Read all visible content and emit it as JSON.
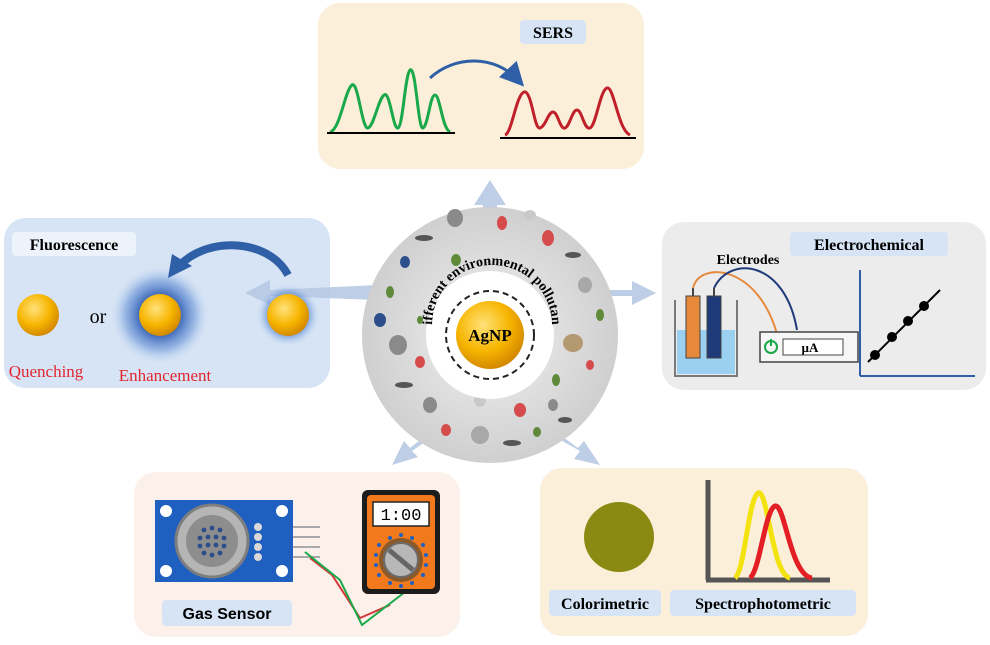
{
  "center": {
    "label": "AgNP",
    "ring_text": "Different environmental pollutants"
  },
  "sers": {
    "title": "SERS"
  },
  "fluorescence": {
    "title": "Fluorescence",
    "or_text": "or",
    "quenching": "Quenching",
    "enhancement": "Enhancement"
  },
  "electrochemical": {
    "title": "Electrochemical",
    "electrodes": "Electrodes",
    "meter_unit": "µA"
  },
  "gas_sensor": {
    "title": "Gas Sensor",
    "display": "1:00"
  },
  "optical": {
    "colorimetric": "Colorimetric",
    "spectrophotometric": "Spectrophotometric"
  },
  "colors": {
    "sers_panel": "#fbefd9",
    "fluor_panel": "#d6e4f5",
    "electro_panel": "#ececec",
    "gas_panel": "#fbf0ea",
    "optical_panel": "#fbefd9",
    "arrow": "#b7c9e3",
    "label_box": "#d6e4f5",
    "np_gold": "#f7b500",
    "green_spectrum": "#19a94a",
    "red_spectrum": "#c0202a",
    "red_text": "#e3262e",
    "colorimetric_dot": "#8a8a12"
  },
  "icons": [
    "arrow-icon",
    "nanoparticle-icon",
    "beaker-icon",
    "multimeter-icon",
    "sensor-board-icon",
    "power-icon"
  ]
}
